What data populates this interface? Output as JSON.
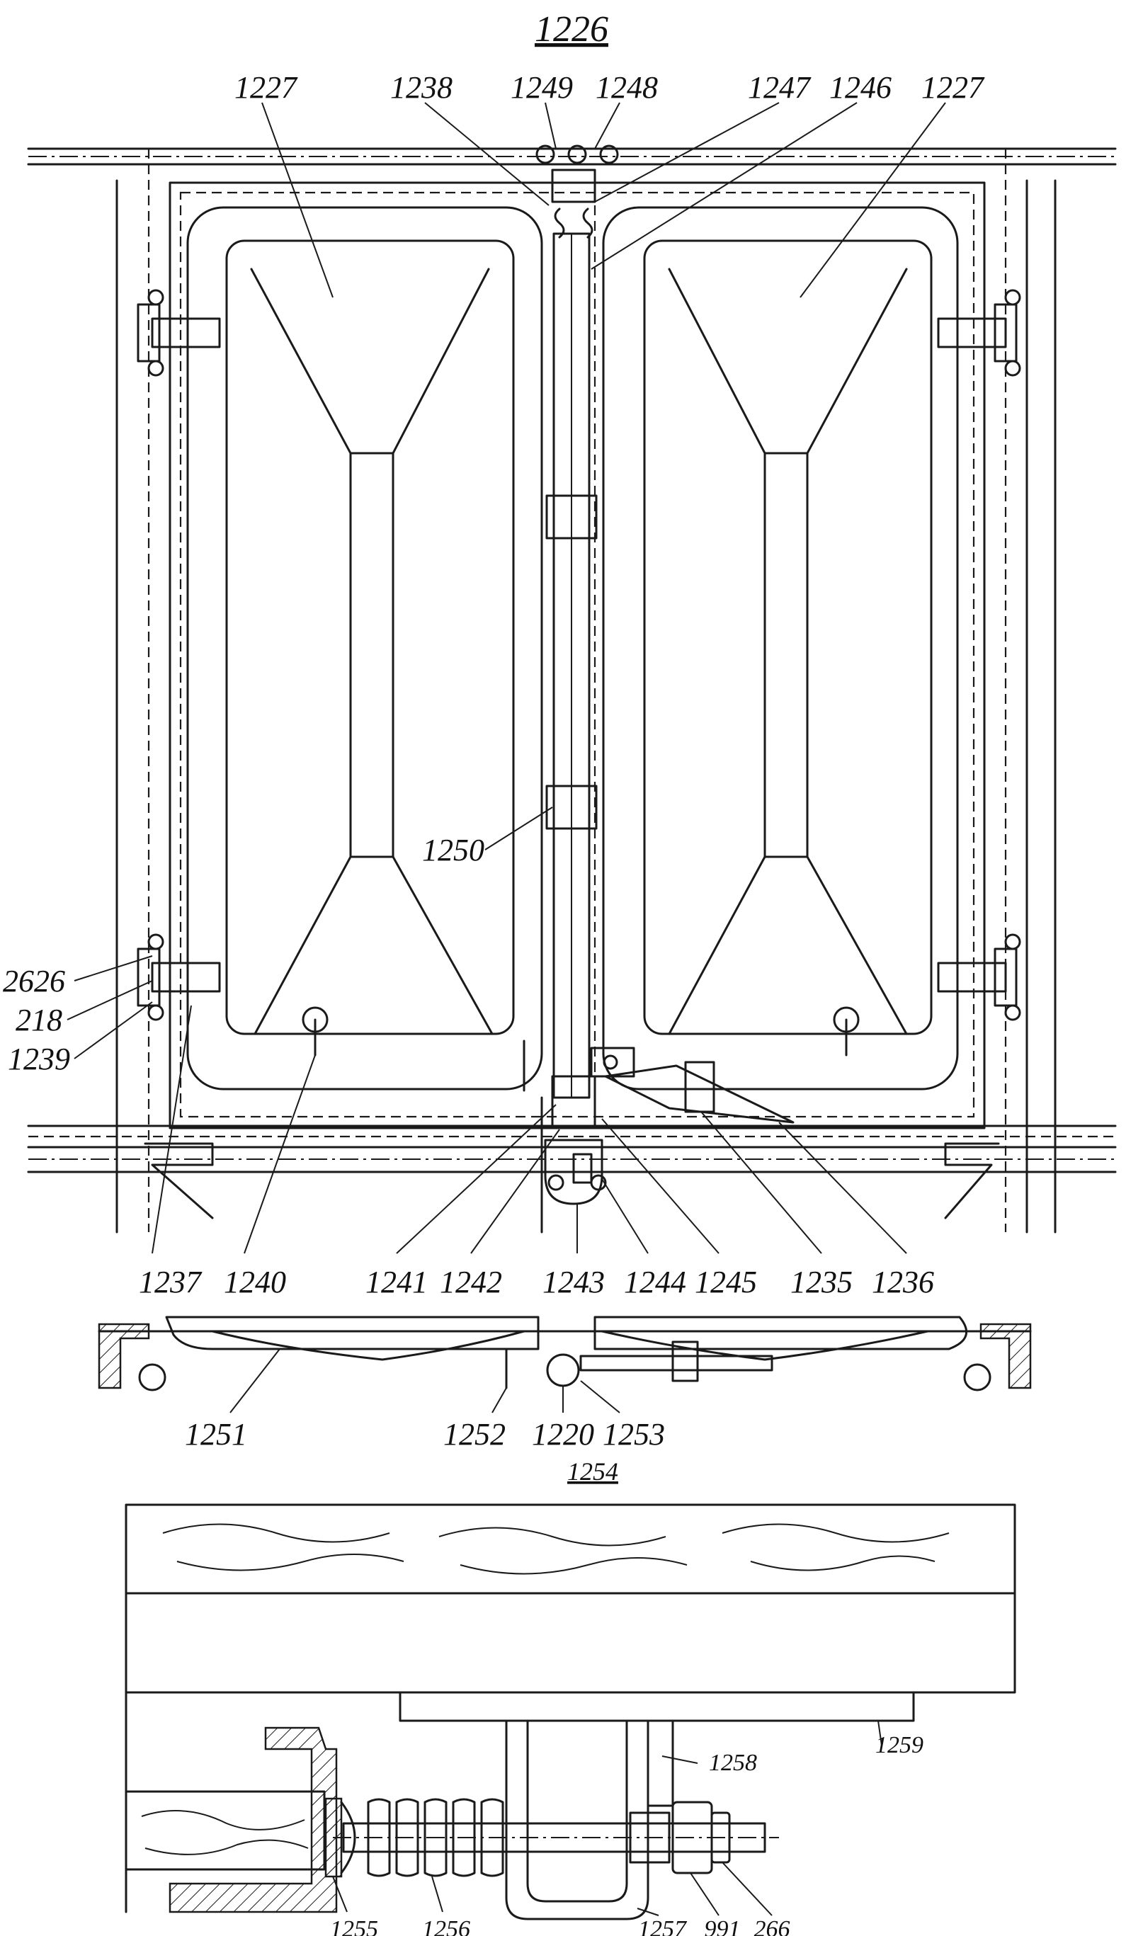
{
  "figure": {
    "title": "1226",
    "subtitle": "1254"
  },
  "labels": {
    "l1227a": "1227",
    "l1238": "1238",
    "l1249": "1249",
    "l1248": "1248",
    "l1247": "1247",
    "l1246": "1246",
    "l1227b": "1227",
    "l1250": "1250",
    "l2626": "2626",
    "l218": "218",
    "l1239": "1239",
    "l1237": "1237",
    "l1240": "1240",
    "l1241": "1241",
    "l1242": "1242",
    "l1243": "1243",
    "l1244": "1244",
    "l1245": "1245",
    "l1235": "1235",
    "l1236": "1236",
    "l1251": "1251",
    "l1252": "1252",
    "l1220": "1220",
    "l1253": "1253",
    "l1258": "1258",
    "l1259": "1259",
    "l1255": "1255",
    "l1256": "1256",
    "l1257": "1257",
    "l991": "991",
    "l266": "266"
  }
}
